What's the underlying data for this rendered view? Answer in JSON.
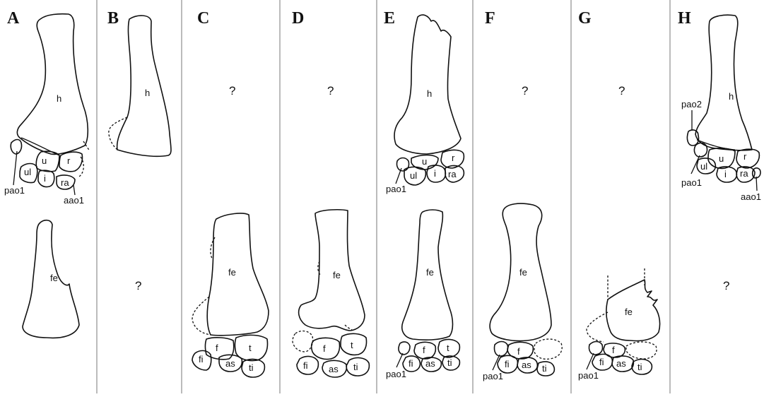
{
  "panels": [
    {
      "letter": "A"
    },
    {
      "letter": "B"
    },
    {
      "letter": "C"
    },
    {
      "letter": "D"
    },
    {
      "letter": "E"
    },
    {
      "letter": "F"
    },
    {
      "letter": "G"
    },
    {
      "letter": "H"
    }
  ],
  "missing_mark": "?",
  "labels": {
    "humerus": "h",
    "femur": "fe",
    "ulnare": "u",
    "radiale": "r",
    "ulnar_element": "ul",
    "intermedium": "i",
    "radius_element": "ra",
    "fibulare": "f",
    "tibiale": "t",
    "fibula": "fi",
    "astragalus": "as",
    "tibia": "ti",
    "pao1": "pao1",
    "pao2": "pao2",
    "aao1": "aao1"
  }
}
